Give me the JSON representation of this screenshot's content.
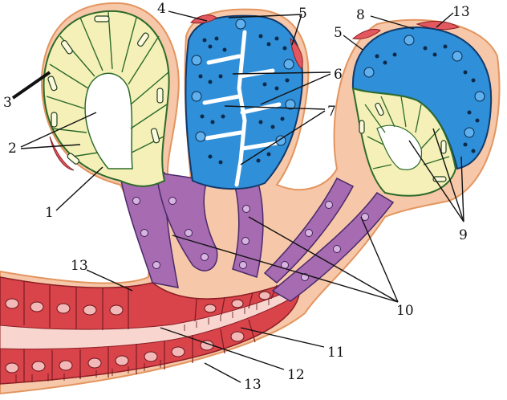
{
  "labels": {
    "l1": "1",
    "l2": "2",
    "l3": "3",
    "l4": "4",
    "l5a": "5",
    "l5b": "5",
    "l6": "6",
    "l7": "7",
    "l8": "8",
    "l9": "9",
    "l10": "10",
    "l11": "11",
    "l12": "12",
    "l13a": "13",
    "l13b": "13",
    "l13c": "13"
  },
  "colors": {
    "serous_blue": "#2f8fd8",
    "mucous_yellow": "#f4f0b8",
    "duct_purple": "#a66bb0",
    "excretory_red": "#d9434a",
    "connective_orange": "#e9a37a",
    "myoepithelial_red": "#e2585e"
  }
}
